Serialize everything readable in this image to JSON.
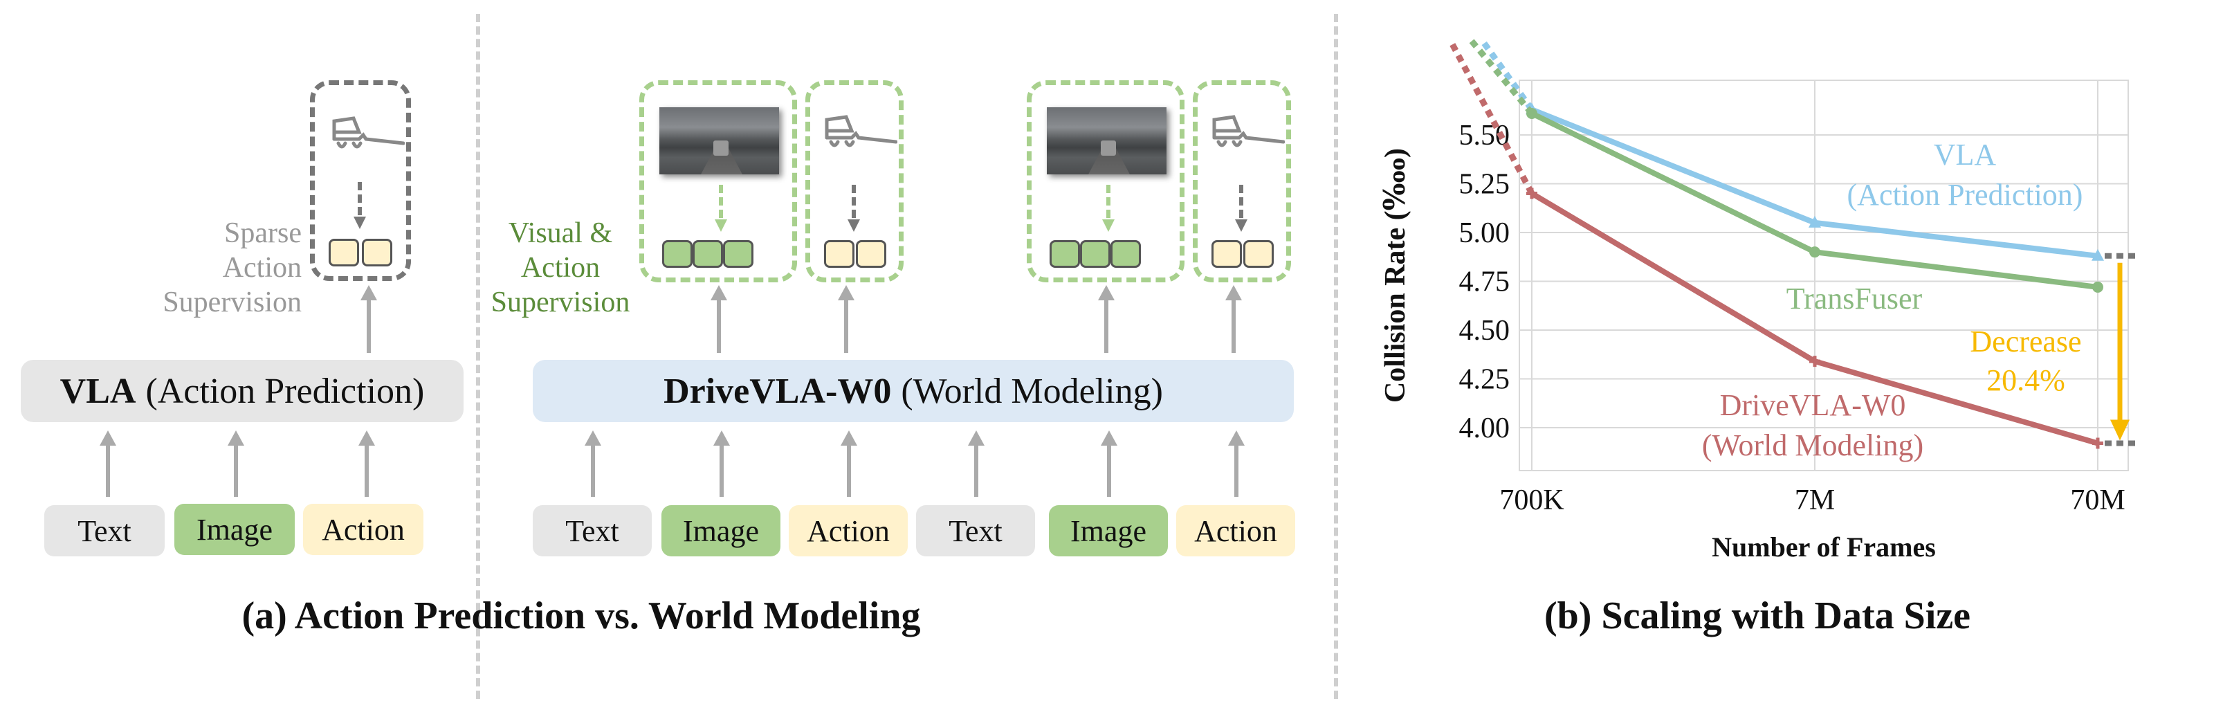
{
  "panel_a": {
    "caption": "(a) Action Prediction vs. World Modeling",
    "vla": {
      "model_bold": "VLA",
      "model_rest": "(Action Prediction)",
      "supervision_label": [
        "Sparse",
        "Action",
        "Supervision"
      ],
      "tokens": [
        "Text",
        "Image",
        "Action"
      ]
    },
    "world": {
      "model_bold": "DriveVLA-W0",
      "model_rest": "(World Modeling)",
      "supervision_label": [
        "Visual &",
        "Action",
        "Supervision"
      ],
      "tokens": [
        "Text",
        "Image",
        "Action",
        "Text",
        "Image",
        "Action"
      ]
    },
    "colors": {
      "text_token": "#e6e6e6",
      "image_token": "#a8d08d",
      "action_token": "#fff2cc",
      "vla_box": "#e6e6e6",
      "world_box": "#dde9f5",
      "supervision_green": "#5b8c3a",
      "supervision_gray": "#999999"
    },
    "icons": [
      "car-trajectory-icon",
      "driving-camera-image"
    ]
  },
  "panel_b": {
    "caption": "(b) Scaling with Data Size"
  },
  "chart_data": {
    "type": "line",
    "xlabel": "Number of Frames",
    "ylabel": "Collision Rate (‱)",
    "x_scale": "log",
    "categories": [
      "700K",
      "7M",
      "70M"
    ],
    "x": [
      700000,
      7000000,
      70000000
    ],
    "yticks": [
      "4.00",
      "4.25",
      "4.50",
      "4.75",
      "5.00",
      "5.25",
      "5.50"
    ],
    "ylim": [
      3.78,
      5.78
    ],
    "grid": true,
    "series": [
      {
        "name": "VLA (Action Prediction)",
        "label_lines": [
          "VLA",
          "(Action Prediction)"
        ],
        "values": [
          5.63,
          5.05,
          4.88
        ],
        "color": "#8ec8ea",
        "marker": "triangle"
      },
      {
        "name": "TransFuser",
        "label_lines": [
          "TransFuser"
        ],
        "values": [
          5.61,
          4.9,
          4.72
        ],
        "color": "#8aba80",
        "marker": "circle"
      },
      {
        "name": "DriveVLA-W0 (World Modeling)",
        "label_lines": [
          "DriveVLA-W0",
          "(World Modeling)"
        ],
        "values": [
          5.2,
          4.34,
          3.92
        ],
        "color": "#c06a6b",
        "marker": "plus"
      }
    ],
    "annotation": {
      "lines": [
        "Decrease",
        "20.4%"
      ],
      "color": "#f7b900",
      "from": 4.88,
      "to": 3.92
    }
  }
}
